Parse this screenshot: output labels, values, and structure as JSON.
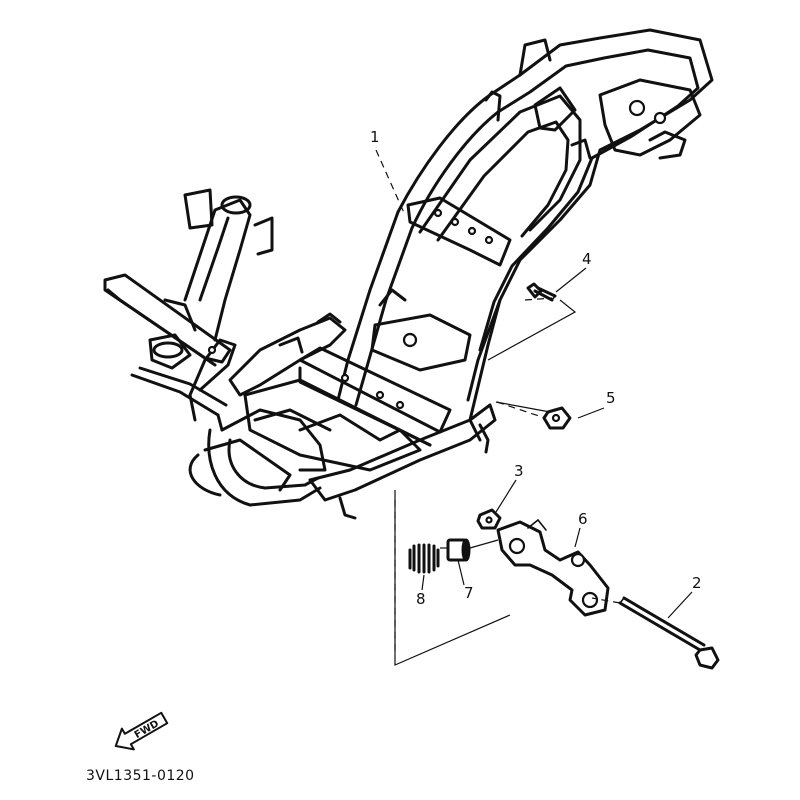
{
  "diagram_code": "3VL1351-0120",
  "fwd_label": "FWD",
  "callouts": [
    "1",
    "2",
    "3",
    "4",
    "5",
    "6",
    "7",
    "8"
  ],
  "parts": [
    {
      "ref": "1",
      "kind": "frame"
    },
    {
      "ref": "2",
      "kind": "long-bolt"
    },
    {
      "ref": "3",
      "kind": "nut"
    },
    {
      "ref": "4",
      "kind": "bolt"
    },
    {
      "ref": "5",
      "kind": "nut"
    },
    {
      "ref": "6",
      "kind": "bracket"
    },
    {
      "ref": "7",
      "kind": "collar"
    },
    {
      "ref": "8",
      "kind": "spring"
    }
  ]
}
